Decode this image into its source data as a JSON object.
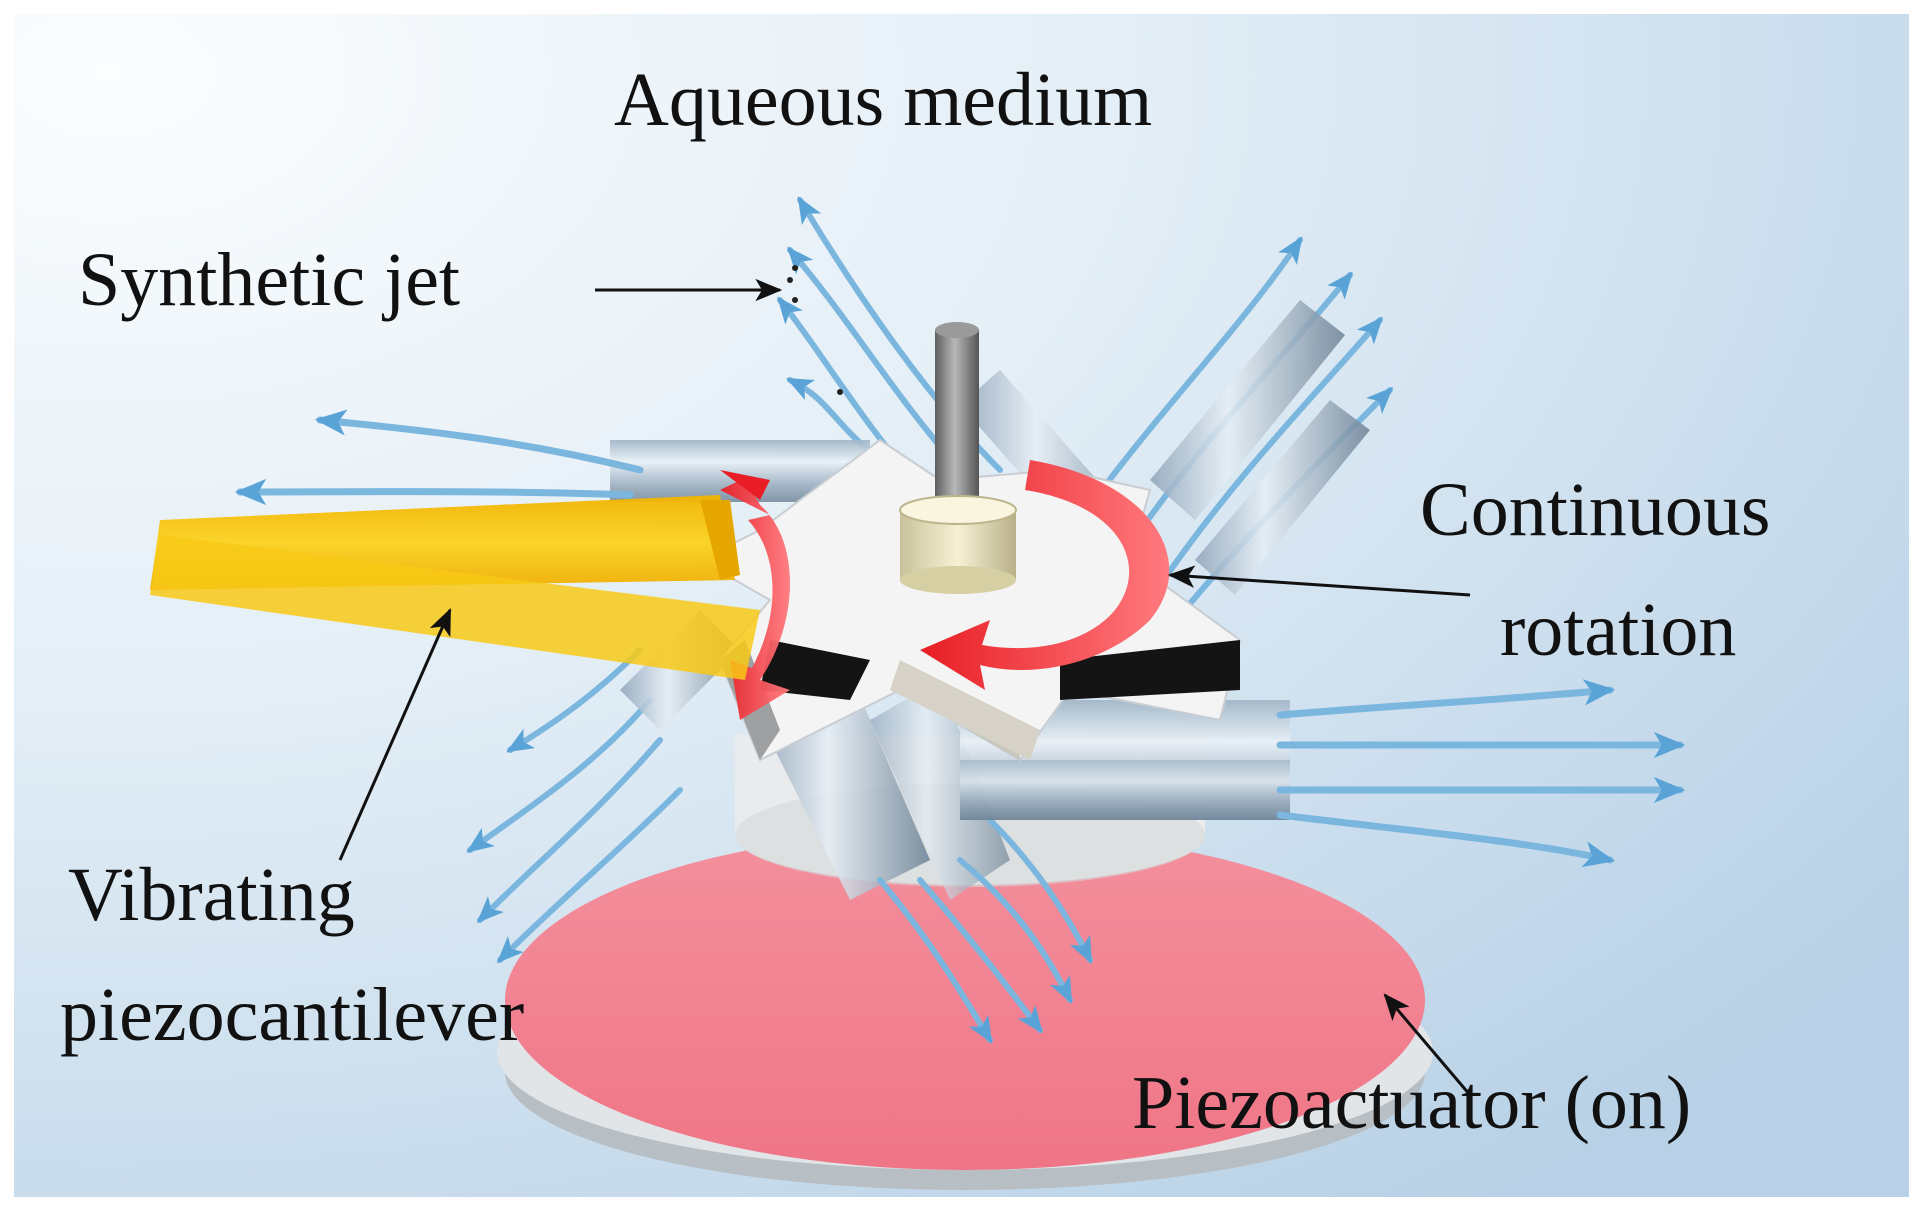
{
  "labels": {
    "aqueous_medium": "Aqueous medium",
    "synthetic_jet": "Synthetic jet",
    "continuous_rotation_line1": "Continuous",
    "continuous_rotation_line2": "rotation",
    "vibrating_line1": "Vibrating",
    "vibrating_line2": "piezocantilever",
    "piezoactuator": "Piezoactuator (on)"
  },
  "colors": {
    "background_light": "#f3f8fb",
    "background_blue": "#bfd6e8",
    "jet_flow": "#6aaedc",
    "rotor": "#f4f4f4",
    "piezoactuator_disc": "#f3808f",
    "cantilever": "#f7c21a",
    "rotation_arrow": "#e8202a",
    "shaft": "#8a8a8a",
    "hub": "#ece6c2",
    "text": "#111111"
  }
}
